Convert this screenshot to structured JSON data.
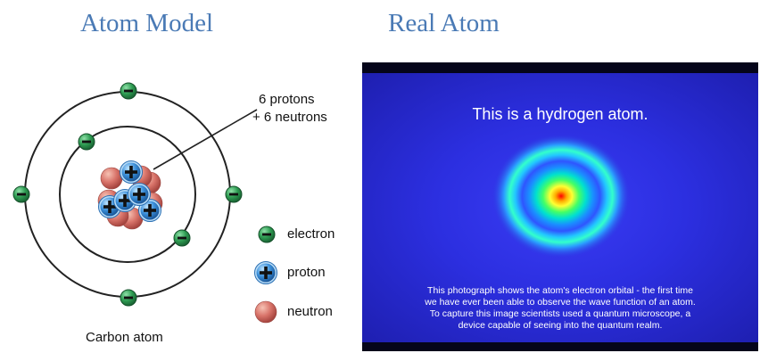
{
  "headings": {
    "model": "Atom Model",
    "real": "Real Atom"
  },
  "diagram": {
    "annotation_line1": "6 protons",
    "annotation_line2": "+ 6 neutrons",
    "legend": {
      "electron": "electron",
      "proton": "proton",
      "neutron": "neutron"
    },
    "caption": "Carbon atom",
    "colors": {
      "electron": "#2e9c52",
      "proton": "#3b8fd9",
      "neutron": "#d9746a"
    }
  },
  "photo": {
    "title": "This is a  hydrogen atom.",
    "lines": [
      "This photograph shows the atom's electron orbital - the first time",
      "we have ever been able to observe the wave function of an atom.",
      "To capture this image scientists used a quantum microscope, a",
      "device capable of seeing into the quantum realm."
    ]
  }
}
